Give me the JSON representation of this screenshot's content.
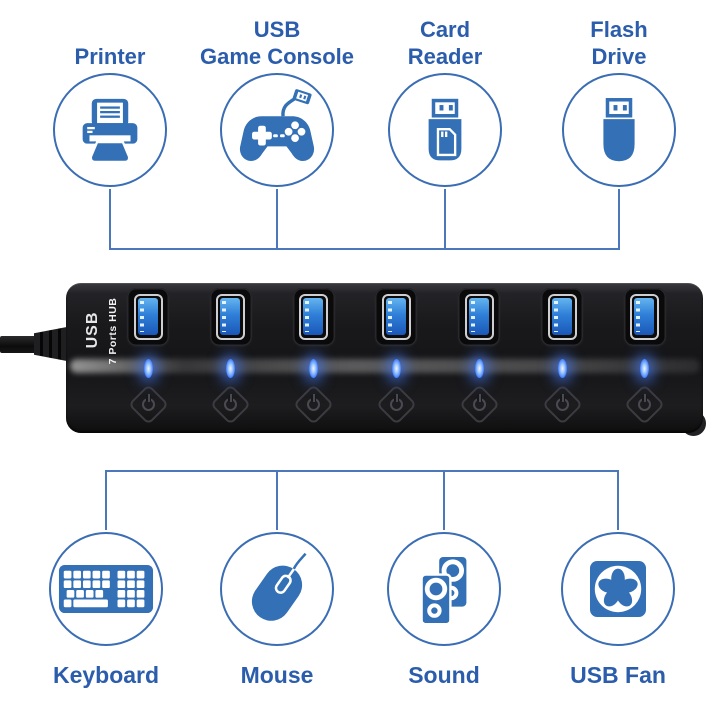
{
  "colors": {
    "icon_blue": "#3470b5",
    "label_blue": "#2b5dac",
    "line_blue": "#4a78ba",
    "circle_border_blue": "#3a6db4",
    "hub_body_black": "#1a1a1c",
    "usb_port_blue": "#2f7fd8",
    "led_glow_blue": "#4e8dff",
    "port_rim_silver": "#cfcfd3",
    "background": "#ffffff"
  },
  "top_devices": [
    {
      "label": "Printer",
      "icon": "printer-icon"
    },
    {
      "label": "USB\nGame Console",
      "icon": "game-console-icon"
    },
    {
      "label": "Card\nReader",
      "icon": "card-reader-icon"
    },
    {
      "label": "Flash\nDrive",
      "icon": "flash-drive-icon"
    }
  ],
  "hub": {
    "label_primary": "USB",
    "label_secondary": "7 Ports HUB",
    "port_count": 7
  },
  "bottom_devices": [
    {
      "label": "Keyboard",
      "icon": "keyboard-icon"
    },
    {
      "label": "Mouse",
      "icon": "mouse-icon"
    },
    {
      "label": "Sound",
      "icon": "sound-icon"
    },
    {
      "label": "USB Fan",
      "icon": "usb-fan-icon"
    }
  ]
}
